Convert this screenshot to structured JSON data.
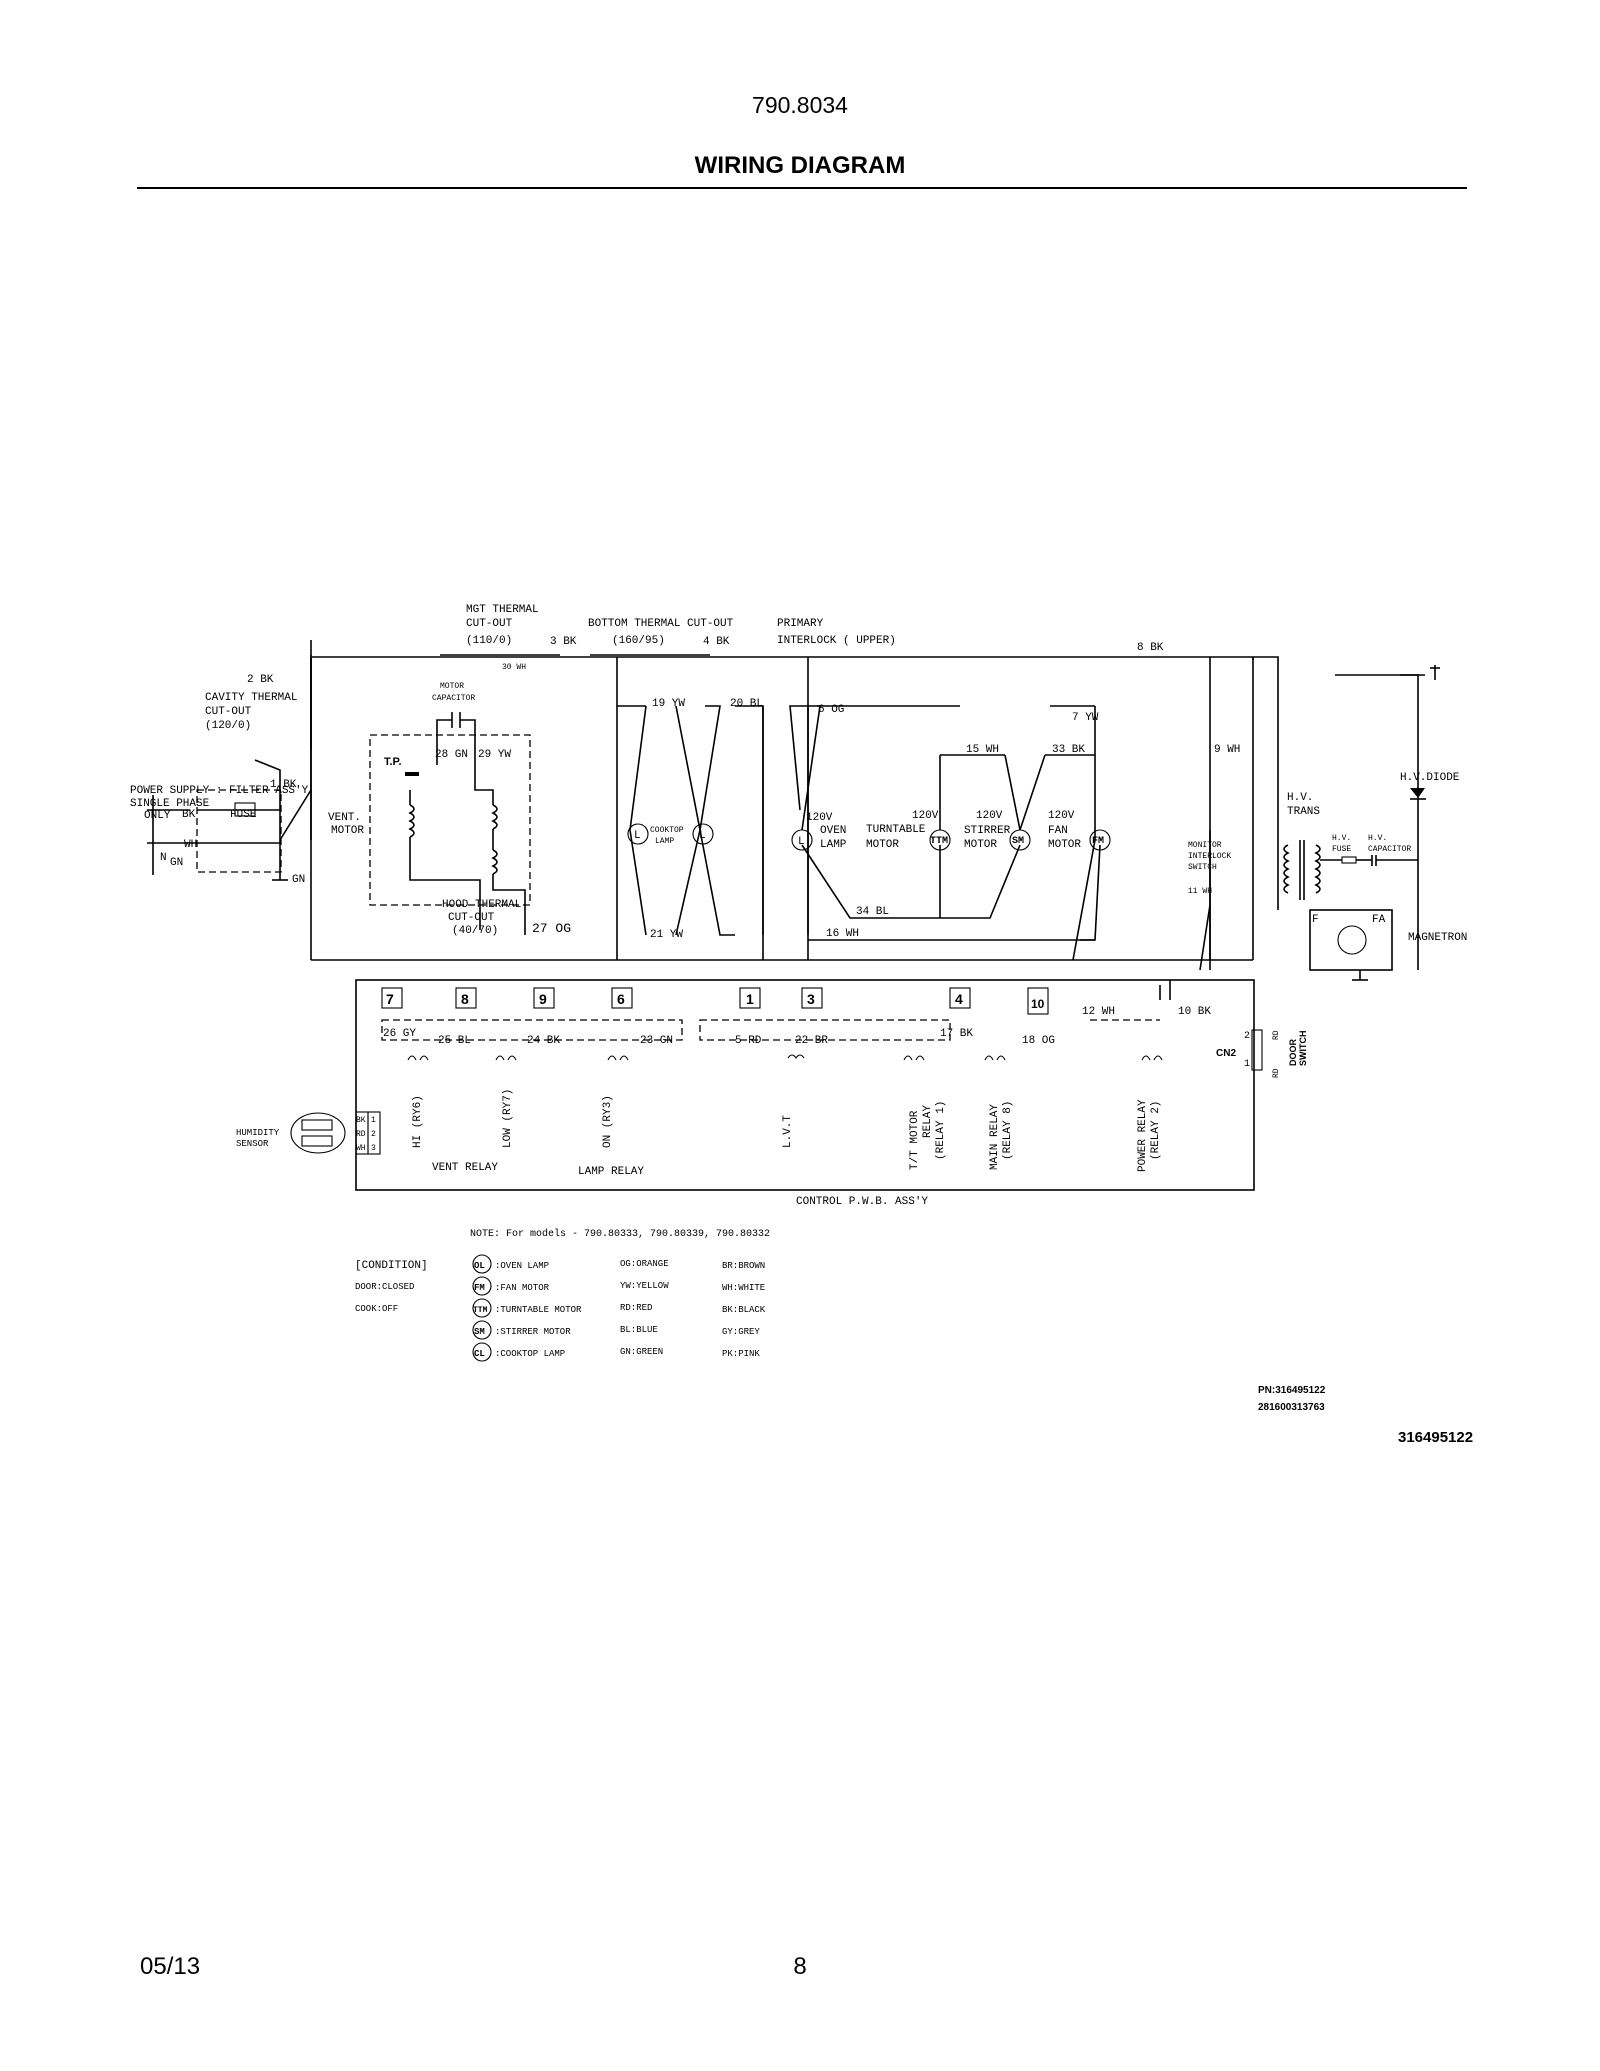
{
  "header": {
    "model": "790.8034",
    "title": "WIRING DIAGRAM"
  },
  "footer": {
    "date": "05/13",
    "page": "8"
  },
  "diagram": {
    "top_labels": {
      "mgt_thermal": [
        "MGT THERMAL",
        "CUT-OUT",
        "(110/0)"
      ],
      "w30": "30 WH",
      "w3": "3 BK",
      "bottom_thermal": [
        "BOTTOM THERMAL CUT-OUT",
        "(160/95)"
      ],
      "w4": "4 BK",
      "primary": [
        "PRIMARY",
        "INTERLOCK ( UPPER)"
      ],
      "w8": "8 BK"
    },
    "left_labels": {
      "w2": "2 BK",
      "cavity": [
        "CAVITY THERMAL",
        "CUT-OUT",
        "(120/0)"
      ],
      "w1": "1 BK",
      "power_supply": [
        "POWER SUPPLY : FILTER ASS'Y",
        "SINGLE PHASE",
        "ONLY"
      ],
      "bk": "BK",
      "fuse": "FUSE",
      "wh": "WH",
      "gn1": "GN",
      "gn2": "GN",
      "n": "N"
    },
    "vent_motor": {
      "motor_capacitor": [
        "MOTOR",
        "CAPACITOR"
      ],
      "w28": "28 GN",
      "w29": "29 YW",
      "tp": "T.P.",
      "vent": "VENT.",
      "motor": "MOTOR",
      "hood": [
        "HOOD THERMAL",
        "CUT-OUT",
        "(40/70)"
      ],
      "w27": "27 OG"
    },
    "loads": {
      "w19": "19 YW",
      "w20": "20 BL",
      "w6": "6 OG",
      "w21": "21 YW",
      "cooktop_lamp": [
        "COOKTOP",
        "LAMP"
      ],
      "w7": "7 YW",
      "w15": "15 WH",
      "w33": "33 BK",
      "w9": "9 WH",
      "oven_lamp": [
        "120V",
        "OVEN",
        "LAMP"
      ],
      "turntable": [
        "120V",
        "TURNTABLE",
        "MOTOR"
      ],
      "stirrer": [
        "120V",
        "STIRRER",
        "MOTOR"
      ],
      "fan": [
        "120V",
        "FAN",
        "MOTOR"
      ],
      "w34": "34 BL",
      "w16": "16 WH",
      "sym_l": "L",
      "sym_ttm": "TTM",
      "sym_sm": "SM",
      "sym_fm": "FM"
    },
    "hv": {
      "hv_diode": "H.V.DIODE",
      "hv_trans": [
        "H.V.",
        "TRANS"
      ],
      "monitor": [
        "MONITOR",
        "INTERLOCK",
        "SWITCH"
      ],
      "w11": "11 WH",
      "hv_fuse": [
        "H.V.",
        "FUSE"
      ],
      "hv_cap": [
        "H.V.",
        "CAPACITOR"
      ],
      "f": "F",
      "fa": "FA",
      "magnetron": "MAGNETRON"
    },
    "control": {
      "pins": [
        "7",
        "8",
        "9",
        "6",
        "1",
        "3",
        "4",
        "10"
      ],
      "w26": "26 GY",
      "w25": "25 BL",
      "w24": "24 BK",
      "w23": "23 GN",
      "w5": "5 RD",
      "w22": "22 BR",
      "w17": "17 BK",
      "w18": "18 OG",
      "w12": "12 WH",
      "w10": "10 BK",
      "cn2": "CN2",
      "cn2_2": "2",
      "cn2_1": "1",
      "rd": "RD",
      "door_switch": [
        "DOOR",
        "SWITCH"
      ],
      "relays": [
        "HI (RY6)",
        "LOW (RY7)",
        "ON (RY3)",
        "L.V.T",
        "T/T MOTOR",
        "RELAY",
        "(RELAY 1)",
        "MAIN RELAY",
        "(RELAY 8)",
        "POWER RELAY",
        "(RELAY 2)"
      ],
      "vent_relay": "VENT RELAY",
      "lamp_relay": "LAMP RELAY",
      "humidity": [
        "HUMIDITY",
        "SENSOR"
      ],
      "hum_pins": [
        "BK",
        "RD",
        "WH"
      ],
      "hum_nums": [
        "1",
        "2",
        "3"
      ],
      "pwb": "CONTROL P.W.B. ASS'Y"
    },
    "note": "NOTE: For models - 790.80333, 790.80339, 790.80332",
    "condition": [
      "[CONDITION]",
      "DOOR:CLOSED",
      "COOK:OFF"
    ],
    "legend_symbols": [
      {
        "sym": "OL",
        "label": ":OVEN LAMP"
      },
      {
        "sym": "FM",
        "label": ":FAN MOTOR"
      },
      {
        "sym": "TTM",
        "label": ":TURNTABLE MOTOR"
      },
      {
        "sym": "SM",
        "label": ":STIRRER MOTOR"
      },
      {
        "sym": "CL",
        "label": ":COOKTOP LAMP"
      }
    ],
    "legend_colors_a": [
      "OG:ORANGE",
      "YW:YELLOW",
      "RD:RED",
      "BL:BLUE",
      "GN:GREEN"
    ],
    "legend_colors_b": [
      "BR:BROWN",
      "WH:WHITE",
      "BK:BLACK",
      "GY:GREY",
      "PK:PINK"
    ],
    "part_numbers": [
      "PN:316495122",
      "281600313763"
    ],
    "drawing_number": "316495122"
  }
}
